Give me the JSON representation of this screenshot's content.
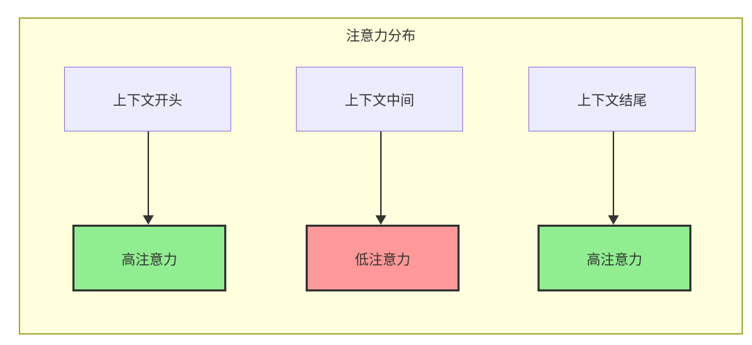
{
  "diagram": {
    "title": "注意力分布",
    "columns": [
      {
        "source_label": "上下文开头",
        "target_label": "高注意力",
        "attention_level": "high"
      },
      {
        "source_label": "上下文中间",
        "target_label": "低注意力",
        "attention_level": "low"
      },
      {
        "source_label": "上下文结尾",
        "target_label": "高注意力",
        "attention_level": "high"
      }
    ],
    "colors": {
      "container_fill": "#ffffde",
      "container_border": "#aaaa33",
      "source_node_fill": "#ececff",
      "source_node_border": "#9370db",
      "high_attention_fill": "#90ee90",
      "low_attention_fill": "#ff9999",
      "target_node_border": "#333333",
      "text": "#333333",
      "arrow": "#333333"
    }
  }
}
